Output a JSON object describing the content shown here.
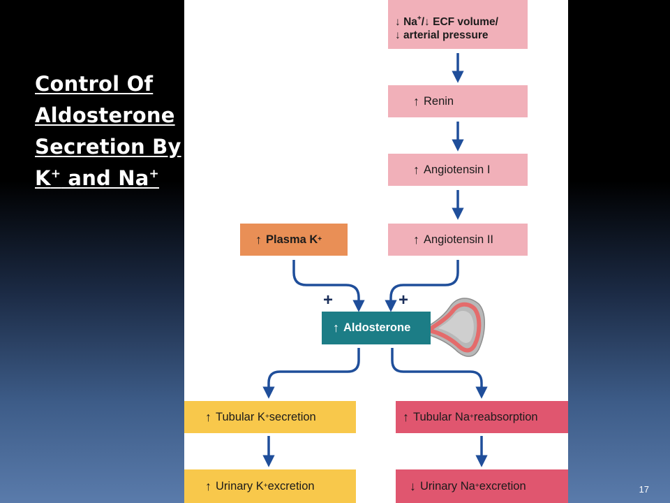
{
  "slide": {
    "title": {
      "line1": "Control Of",
      "line2": "Aldosterone",
      "line3": "Secretion By",
      "line4_k": "K",
      "line4_plus1": "+",
      "line4_mid": " and Na",
      "line4_plus2": "+"
    },
    "page_number": "17"
  },
  "diagram": {
    "arrow_up": "↑",
    "arrow_down": "↓",
    "stimulus": {
      "a1": "↓",
      "na": "Na",
      "sup": "+",
      "slash": "/",
      "a2": "↓",
      "rest1": " ECF volume/",
      "a3": "↓",
      "rest2": " arterial pressure"
    },
    "renin": "Renin",
    "angiotensin_1": "Angiotensin I",
    "angiotensin_2": "Angiotensin II",
    "plasma_k": {
      "text": "Plasma K",
      "sup": "+"
    },
    "aldosterone": "Aldosterone",
    "plus_sign": "+",
    "tubular_k": {
      "pre": "Tubular K",
      "sup": "+",
      "post": " secretion"
    },
    "tubular_na": {
      "pre": "Tubular Na",
      "sup": "+",
      "post": " reabsorption"
    },
    "urinary_k": {
      "pre": "Urinary K",
      "sup": "+",
      "post": " excretion"
    },
    "urinary_na": {
      "pre": "Urinary Na",
      "sup": "+",
      "post": " excretion"
    },
    "colors": {
      "pink_box": "#f1b0b9",
      "orange_box": "#e98f56",
      "teal_box": "#1c7d86",
      "yellow_box": "#f8c84b",
      "red_box": "#e0566f",
      "arrow": "#1f4e9a",
      "adrenal_outer": "#b8b8b8",
      "adrenal_cortex": "#e46b6b"
    }
  }
}
